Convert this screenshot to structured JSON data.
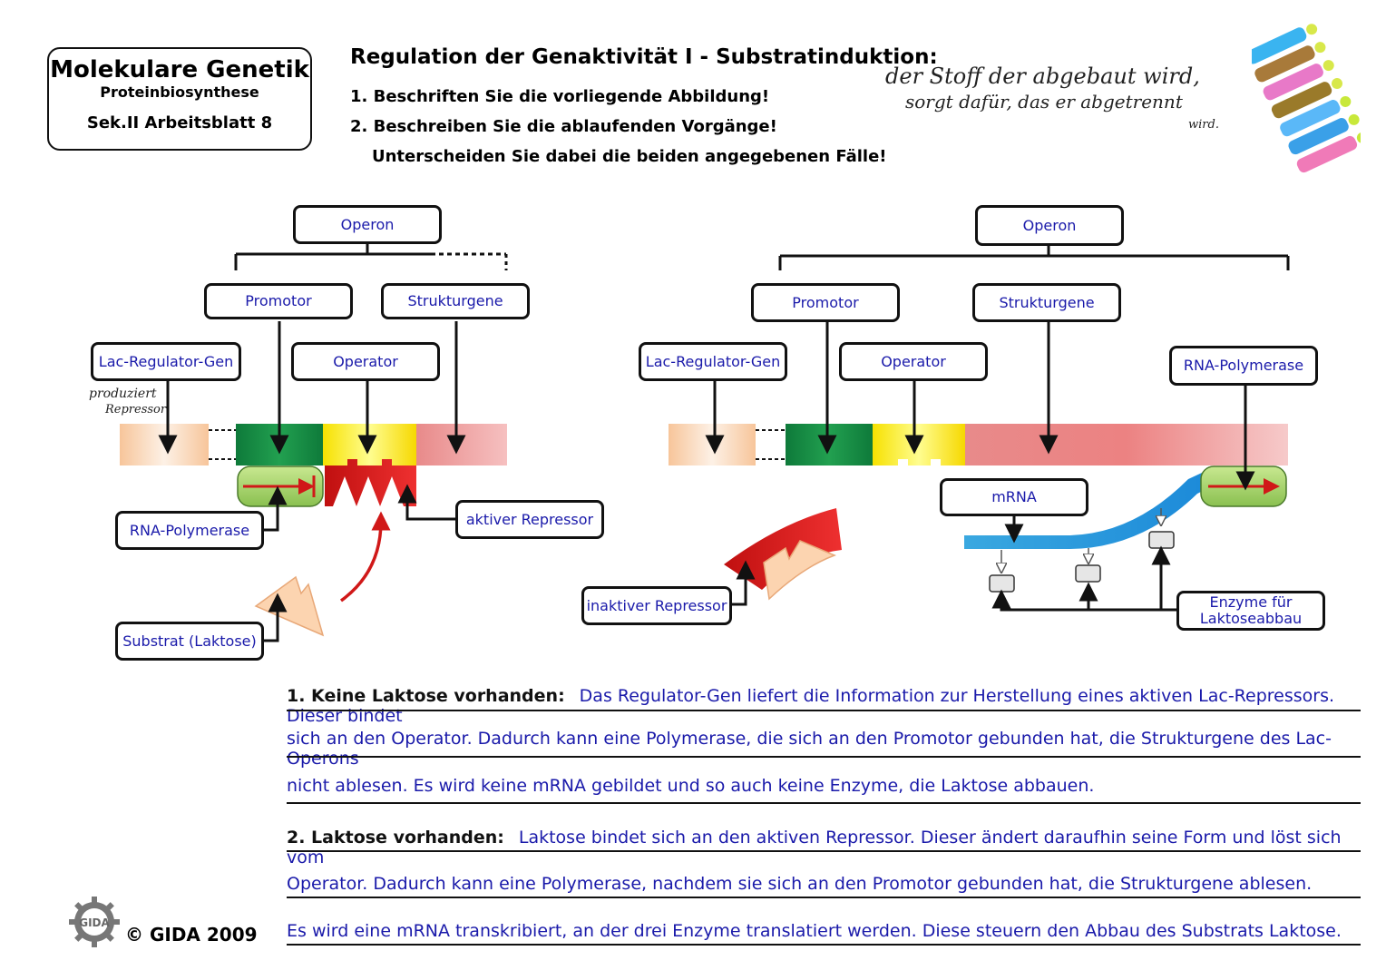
{
  "header": {
    "title": "Molekulare Genetik",
    "subtitle": "Proteinbiosynthese",
    "sheet": "Sek.II  Arbeitsblatt 8"
  },
  "heading": "Regulation der Genaktivität I - Substratinduktion:",
  "tasks": [
    "1. Beschriften Sie die vorliegende Abbildung!",
    "2. Beschreiben Sie die ablaufenden Vorgänge!",
    "Unterscheiden Sie dabei die beiden angegebenen Fälle!"
  ],
  "handwriting": {
    "note_line1": "der Stoff   der abgebaut wird,",
    "note_line2": "sorgt dafür, das er abgetrennt",
    "note_line3": "wird.",
    "produziert": "produziert",
    "repressor": "Repressor"
  },
  "left_diagram": {
    "operon": "Operon",
    "promotor": "Promotor",
    "strukturgene": "Strukturgene",
    "regulator": "Lac-Regulator-Gen",
    "operator": "Operator",
    "polymerase": "RNA-Polymerase",
    "active_repressor": "aktiver Repressor",
    "substrate": "Substrat (Laktose)"
  },
  "right_diagram": {
    "operon": "Operon",
    "promotor": "Promotor",
    "strukturgene": "Strukturgene",
    "regulator": "Lac-Regulator-Gen",
    "operator": "Operator",
    "polymerase": "RNA-Polymerase",
    "mrna": "mRNA",
    "inactive_repressor": "inaktiver Repressor",
    "enzymes": "Enzyme für Laktoseabbau"
  },
  "answers": {
    "case1_heading": "1. Keine Laktose vorhanden:",
    "case1_line1": "Das Regulator-Gen liefert die Information zur Herstellung eines aktiven Lac-Repressors. Dieser bindet",
    "case1_line2": "sich an den Operator. Dadurch kann eine Polymerase, die sich an den Promotor gebunden hat, die Strukturgene des Lac-Operons",
    "case1_line3": "nicht ablesen. Es wird keine mRNA gebildet und so auch keine Enzyme, die Laktose abbauen.",
    "case2_heading": "2. Laktose vorhanden:",
    "case2_line1": "Laktose bindet sich an den aktiven Repressor. Dieser ändert daraufhin seine Form und löst sich vom",
    "case2_line2": "Operator. Dadurch kann eine Polymerase, nachdem sie sich an den Promotor gebunden hat, die Strukturgene ablesen.",
    "case2_line3": "Es wird eine mRNA transkribiert, an der drei Enzyme translatiert werden. Diese steuern den Abbau des Substrats Laktose."
  },
  "footer": {
    "logo_text": "GIDA",
    "copyright": "© GIDA 2009"
  }
}
